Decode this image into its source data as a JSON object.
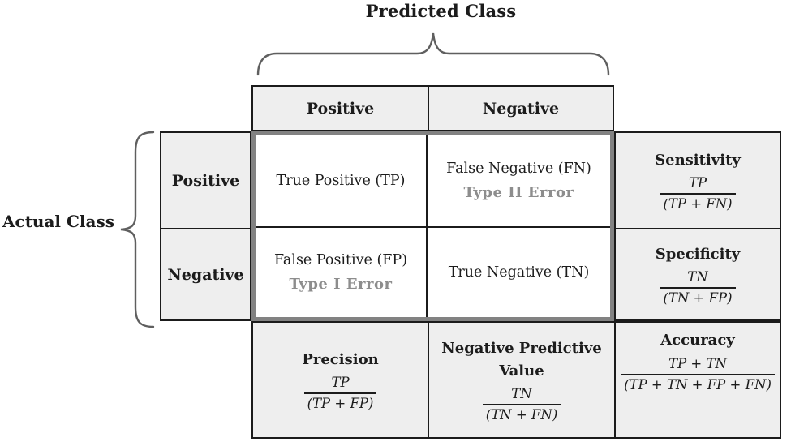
{
  "predicted_axis_label": "Predicted Class",
  "actual_axis_label": "Actual Class",
  "predicted_headers": [
    "Positive",
    "Negative"
  ],
  "actual_headers": [
    "Positive",
    "Negative"
  ],
  "cells": {
    "tp": {
      "label": "True Positive (TP)"
    },
    "fn": {
      "label": "False Negative (FN)",
      "error": "Type II Error"
    },
    "fp": {
      "label": "False Positive (FP)",
      "error": "Type I Error"
    },
    "tn": {
      "label": "True Negative (TN)"
    }
  },
  "metrics": {
    "sensitivity": {
      "title": "Sensitivity",
      "numerator": "TP",
      "denominator": "(TP + FN)"
    },
    "specificity": {
      "title": "Specificity",
      "numerator": "TN",
      "denominator": "(TN + FP)"
    },
    "precision": {
      "title": "Precision",
      "numerator": "TP",
      "denominator": "(TP + FP)"
    },
    "npv": {
      "title_line1": "Negative Predictive",
      "title_line2": "Value",
      "numerator": "TN",
      "denominator": "(TN + FN)"
    },
    "accuracy": {
      "title": "Accuracy",
      "numerator": "TP + TN",
      "denominator": "(TP + TN + FP + FN)"
    }
  },
  "colors": {
    "cell_background": "#eeeeee",
    "matrix_cell_background": "#ffffff",
    "border_black": "#1b1b1b",
    "matrix_outline_gray": "#828282",
    "error_text_gray": "#8d8d8d",
    "brace_gray": "#5f5f5f",
    "text_black": "#1c1c1c"
  }
}
